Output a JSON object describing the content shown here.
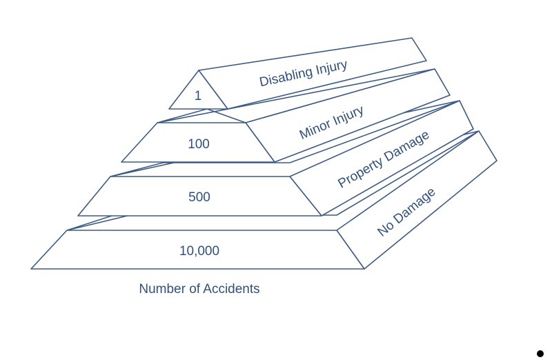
{
  "pyramid": {
    "levels": [
      {
        "count": "1",
        "label": "Disabling Injury"
      },
      {
        "count": "100",
        "label": "Minor Injury"
      },
      {
        "count": "500",
        "label": "Property Damage"
      },
      {
        "count": "10,000",
        "label": "No Damage"
      }
    ],
    "caption": "Number of Accidents"
  }
}
